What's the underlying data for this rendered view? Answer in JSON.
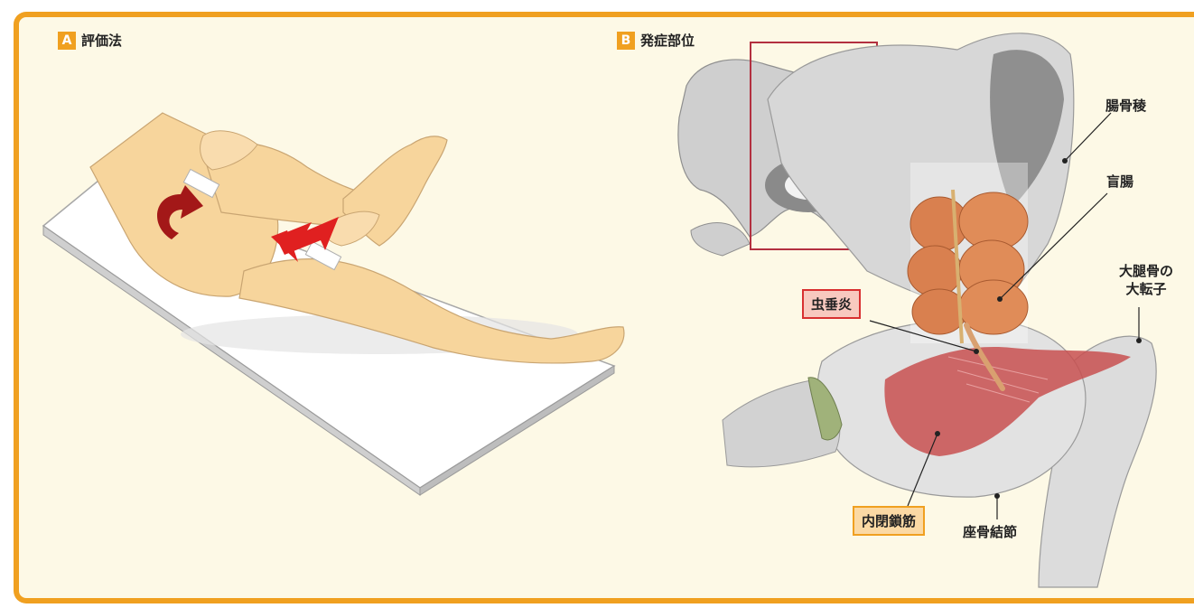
{
  "panel_a": {
    "letter": "A",
    "title": "評価法"
  },
  "panel_b": {
    "letter": "B",
    "title": "発症部位"
  },
  "labels": {
    "iliac_crest": "腸骨稜",
    "cecum": "盲腸",
    "greater_trochanter_line1": "大腿骨の",
    "greater_trochanter_line2": "大転子",
    "appendicitis": "虫垂炎",
    "obturator_internus": "内閉鎖筋",
    "ischial_tuberosity": "座骨結節"
  },
  "colors": {
    "accent_orange": "#f0a020",
    "panel_background": "#fdf9e6",
    "highlight_red": "#d83030",
    "arrow_red": "#e02020",
    "skin": "#f7d59c",
    "bone": "#d9d9d9",
    "muscle": "#c85050",
    "bowel": "#d9804f"
  }
}
